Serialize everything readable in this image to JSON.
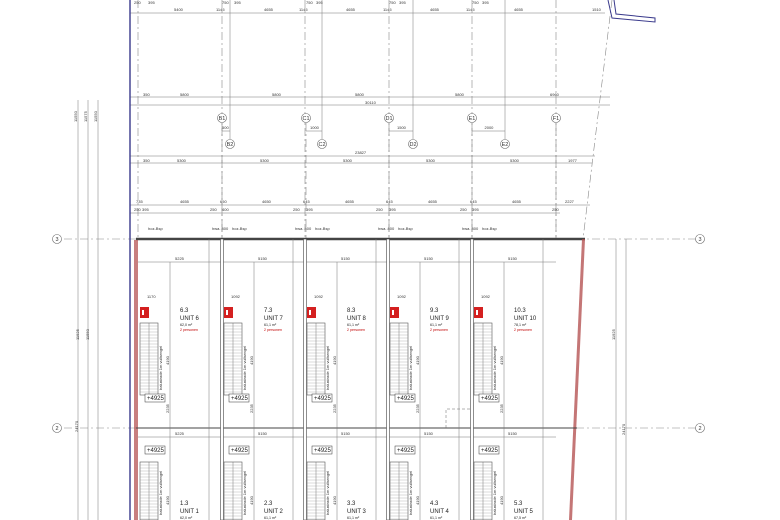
{
  "drawing": {
    "colors": {
      "wall_hatch": "#b04848",
      "facade_blue": "#3a3a8c",
      "sign_red": "#d42020",
      "person_text": "#c00000",
      "line": "#777777"
    },
    "top_dims_row1": [
      "5400",
      "1145",
      "4655",
      "1145",
      "4655",
      "1145",
      "4655",
      "1145",
      "4655",
      "1510"
    ],
    "top_dims_small": [
      "250",
      "395",
      "750",
      "395",
      "750",
      "395",
      "750",
      "395",
      "750",
      "395"
    ],
    "bay_dims": [
      "350",
      "5800",
      "5800",
      "5800",
      "5800",
      "6960"
    ],
    "overall_dim": "30110",
    "grid_bubbles_top": [
      "B1",
      "C1",
      "D1",
      "E1",
      "F1"
    ],
    "grid_bubbles_offset": [
      "B2",
      "C2",
      "D2",
      "E2"
    ],
    "offset_dims": [
      "500",
      "1000",
      "1500",
      "2000"
    ],
    "overall_dim_2": "23827",
    "bay_dims_2": [
      "350",
      "5300",
      "5300",
      "5300",
      "5300",
      "5300",
      "1977"
    ],
    "wall_dims": [
      "735",
      "4655",
      "650",
      "4650",
      "645",
      "4655",
      "645",
      "4655",
      "645",
      "4655",
      "2227"
    ],
    "wall_dims_small": [
      "250",
      "395",
      "250",
      "400",
      "250",
      "395",
      "250",
      "395",
      "250",
      "395",
      "250"
    ],
    "window_tags": [
      "hoz-Bsp",
      "hwa. 800"
    ],
    "unit_width_dims": [
      "5225",
      "5150",
      "5150",
      "5150",
      "5150",
      "5225"
    ],
    "row_grid_labels": [
      "3",
      "2"
    ],
    "left_dims": [
      "11550",
      "11575",
      "11550",
      "11925",
      "11550",
      "24170"
    ],
    "right_dims": [
      "11925",
      "24170"
    ],
    "stair_note": "balustrade 1m vullsengel",
    "level": "+4925",
    "stair_dims": [
      "910",
      "4190",
      "800",
      "2235",
      "1170",
      "1092"
    ],
    "units_upper": [
      {
        "code": "6.3",
        "name": "UNIT 6",
        "area": "62,0 m²",
        "persons": "2 personen"
      },
      {
        "code": "7.3",
        "name": "UNIT 7",
        "area": "61,1 m²",
        "persons": "2 personen"
      },
      {
        "code": "8.3",
        "name": "UNIT 8",
        "area": "61,1 m²",
        "persons": "2 personen"
      },
      {
        "code": "9.3",
        "name": "UNIT 9",
        "area": "61,1 m²",
        "persons": "2 personen"
      },
      {
        "code": "10.3",
        "name": "UNIT 10",
        "area": "78,1 m²",
        "persons": "2 personen"
      }
    ],
    "units_lower": [
      {
        "code": "1.3",
        "name": "UNIT 1",
        "area": "62,0 m²"
      },
      {
        "code": "2.3",
        "name": "UNIT 2",
        "area": "61,1 m²"
      },
      {
        "code": "3.3",
        "name": "UNIT 3",
        "area": "61,1 m²"
      },
      {
        "code": "4.3",
        "name": "UNIT 4",
        "area": "61,1 m²"
      },
      {
        "code": "5.3",
        "name": "UNIT 5",
        "area": "67,5 m²"
      }
    ]
  }
}
